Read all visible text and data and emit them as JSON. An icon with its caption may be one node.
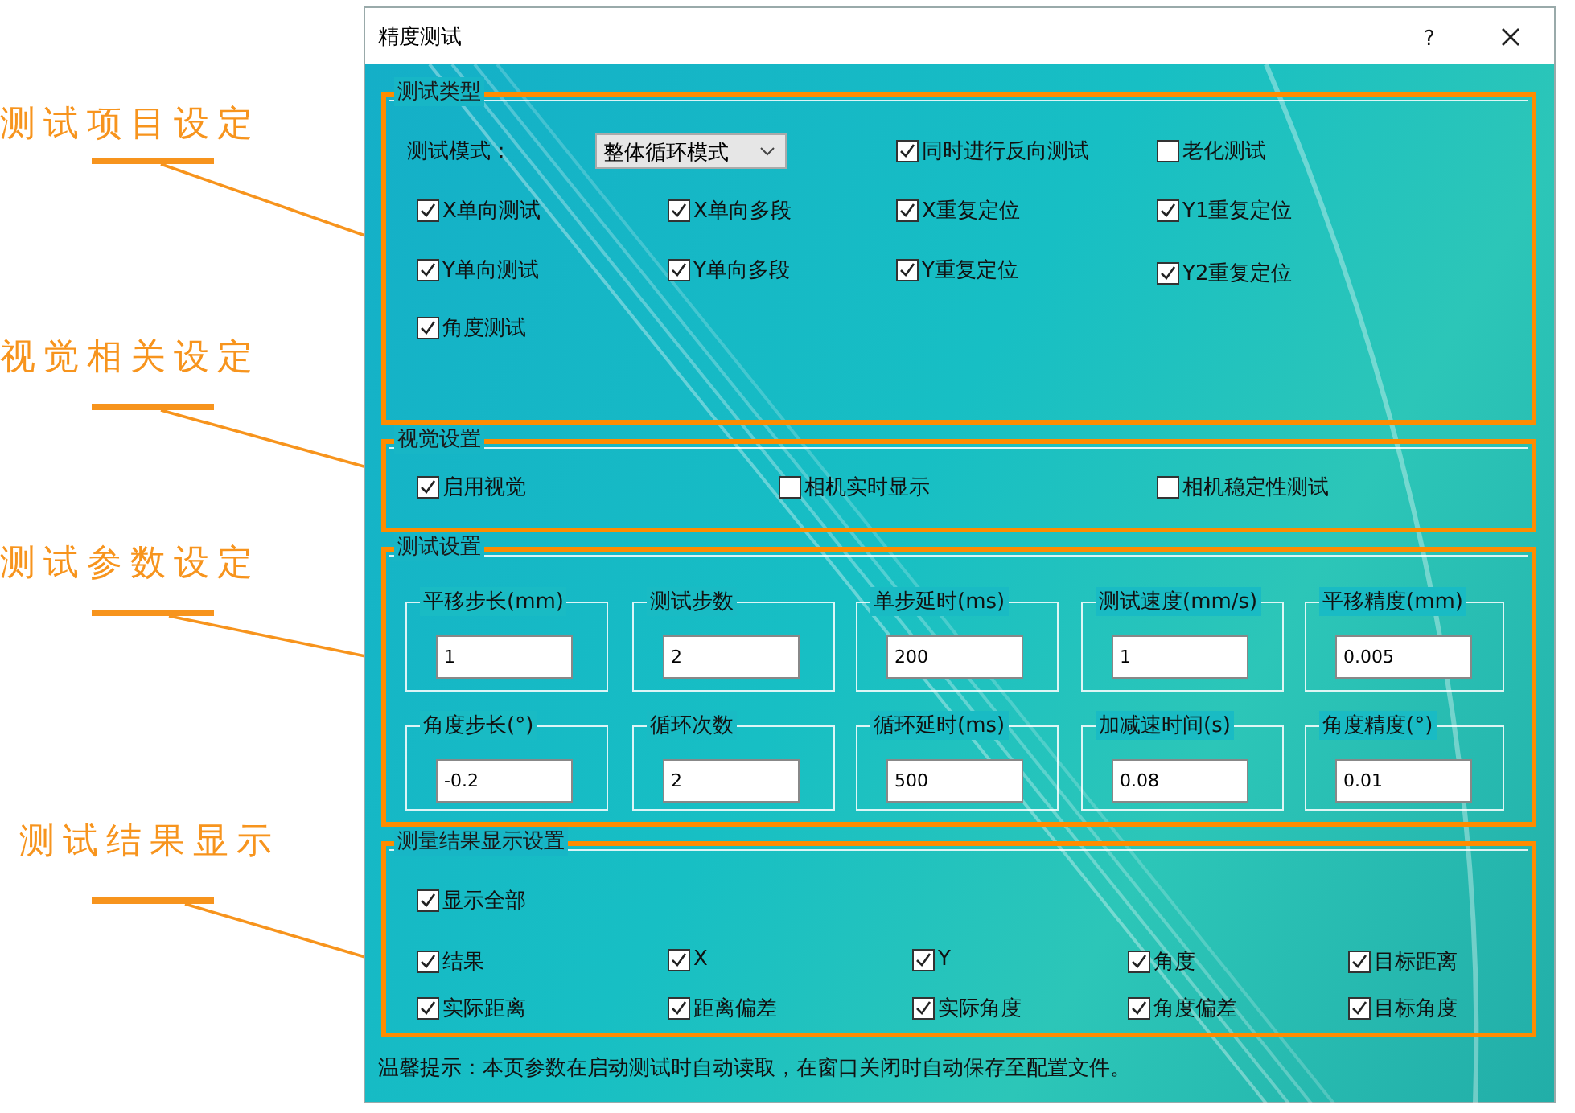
{
  "diagram": {
    "nodes": [
      {
        "text": [
          "测试项目设定"
        ]
      },
      {
        "text": [
          "视觉相关设定"
        ]
      },
      {
        "text": [
          "测试参数设定"
        ]
      },
      {
        "text": [
          "测试结果显示"
        ]
      },
      {
        "text": [
          "精度测试"
        ]
      },
      {
        "text": [
          "测试类型"
        ],
        "in": 4
      },
      {
        "text": [
          "视觉设置"
        ],
        "in": 4
      },
      {
        "text": [
          "测试设置"
        ],
        "in": 4
      },
      {
        "text": [
          "平移步长(mm)",
          "1"
        ],
        "in": 7
      },
      {
        "text": [
          "测试步数",
          "2"
        ],
        "in": 7
      },
      {
        "text": [
          "单步延时(ms)",
          "200"
        ],
        "in": 7
      },
      {
        "text": [
          "测试速度(mm/s)",
          "1"
        ],
        "in": 7
      },
      {
        "text": [
          "平移精度(mm)",
          "0.005"
        ],
        "in": 7
      },
      {
        "text": [
          "角度步长(°)",
          "-0.2"
        ],
        "in": 7
      },
      {
        "text": [
          "循环次数",
          "2"
        ],
        "in": 7
      },
      {
        "text": [
          "循环延时(ms)",
          "500"
        ],
        "in": 7
      },
      {
        "text": [
          "加减速时间(s)",
          "0.08"
        ],
        "in": 7
      },
      {
        "text": [
          "角度精度(°)",
          "0.01"
        ],
        "in": 7
      },
      {
        "text": [
          "测量结果显示设置"
        ],
        "in": 4
      }
    ],
    "edges": [
      {
        "from": 0,
        "to": 5,
        "arrow": "none"
      },
      {
        "from": 1,
        "to": 6,
        "arrow": "none"
      },
      {
        "from": 2,
        "to": 7,
        "arrow": "none"
      },
      {
        "from": 3,
        "to": 18,
        "arrow": "none"
      }
    ],
    "labels": [
      "?",
      "测试模式：",
      "整体循环模式",
      "同时进行反向测试",
      "老化测试",
      "X单向测试",
      "X单向多段",
      "X重复定位",
      "Y1重复定位",
      "Y单向测试",
      "Y单向多段",
      "Y重复定位",
      "Y2重复定位",
      "角度测试",
      "启用视觉",
      "相机实时显示",
      "相机稳定性测试",
      "显示全部",
      "结果",
      "X",
      "Y",
      "角度",
      "目标距离",
      "实际距离",
      "距离偏差",
      "实际角度",
      "角度偏差",
      "目标角度",
      "温馨提示：本页参数在启动测试时自动读取，在窗口关闭时自动保存至配置文件。"
    ]
  }
}
